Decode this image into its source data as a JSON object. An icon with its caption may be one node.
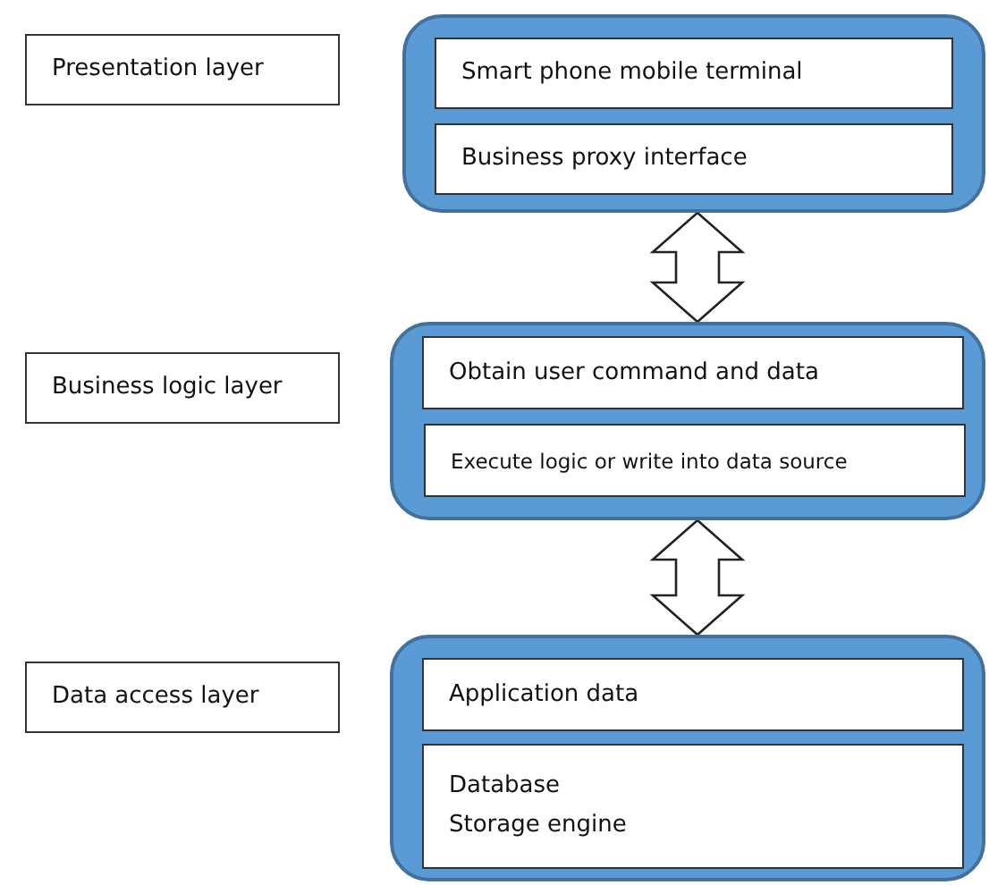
{
  "diagram": {
    "nodes": [
      {
        "text": [
          "Presentation layer"
        ]
      },
      {
        "text": [],
        "shape": "box"
      },
      {
        "text": [
          "Smart phone mobile terminal"
        ],
        "in": 1
      },
      {
        "text": [
          "Business proxy interface"
        ],
        "in": 1
      },
      {
        "text": [
          "Business logic layer"
        ]
      },
      {
        "text": [],
        "shape": "box"
      },
      {
        "text": [
          "Obtain user command and data"
        ],
        "in": 5
      },
      {
        "text": [
          "Execute logic or write into data source"
        ],
        "in": 5
      },
      {
        "text": [
          "Data access layer"
        ]
      },
      {
        "text": [],
        "shape": "box"
      },
      {
        "text": [
          "Application data"
        ],
        "in": 9
      },
      {
        "text": [
          "Database",
          "Storage engine"
        ],
        "in": 9
      }
    ],
    "edges": [
      {
        "from": 1,
        "to": 5,
        "arrow": "both"
      },
      {
        "from": 5,
        "to": 9,
        "arrow": "both"
      }
    ]
  }
}
